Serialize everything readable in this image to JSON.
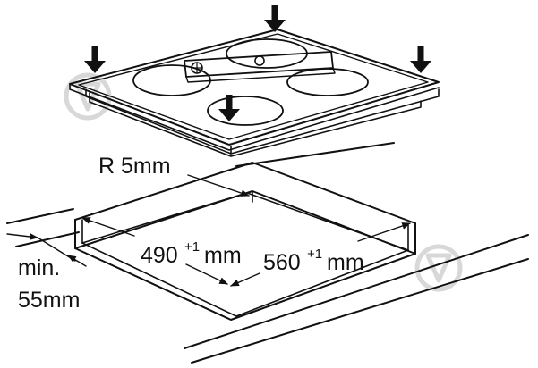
{
  "labels": {
    "radius": "R 5mm",
    "width_value": "490",
    "width_tolerance": "+1",
    "width_unit": "mm",
    "depth_value": "560",
    "depth_tolerance": "+1",
    "depth_unit": "mm",
    "min_line1": "min.",
    "min_line2": "55mm"
  },
  "icons": {
    "arrow": "down-arrow-icon",
    "watermark": "brand-watermark-icon"
  },
  "colors": {
    "line": "#111111",
    "watermark": "#d8d8d8",
    "background": "#ffffff"
  }
}
